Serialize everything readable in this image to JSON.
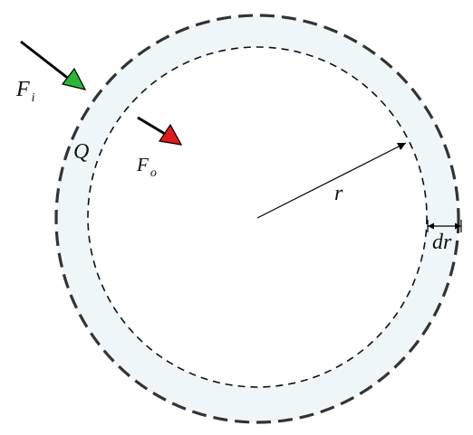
{
  "diagram": {
    "labels": {
      "F_i": {
        "main": "F",
        "sub": "i"
      },
      "F_o": {
        "main": "F",
        "sub": "o"
      },
      "Q": "Q",
      "r": "r",
      "dr": "dr"
    },
    "colors": {
      "shell_fill": "#eef6f9",
      "outline": "#333333",
      "inflow_arrowhead": "#2cb53a",
      "outflow_arrowhead": "#e01b1b",
      "line": "#000000"
    }
  }
}
